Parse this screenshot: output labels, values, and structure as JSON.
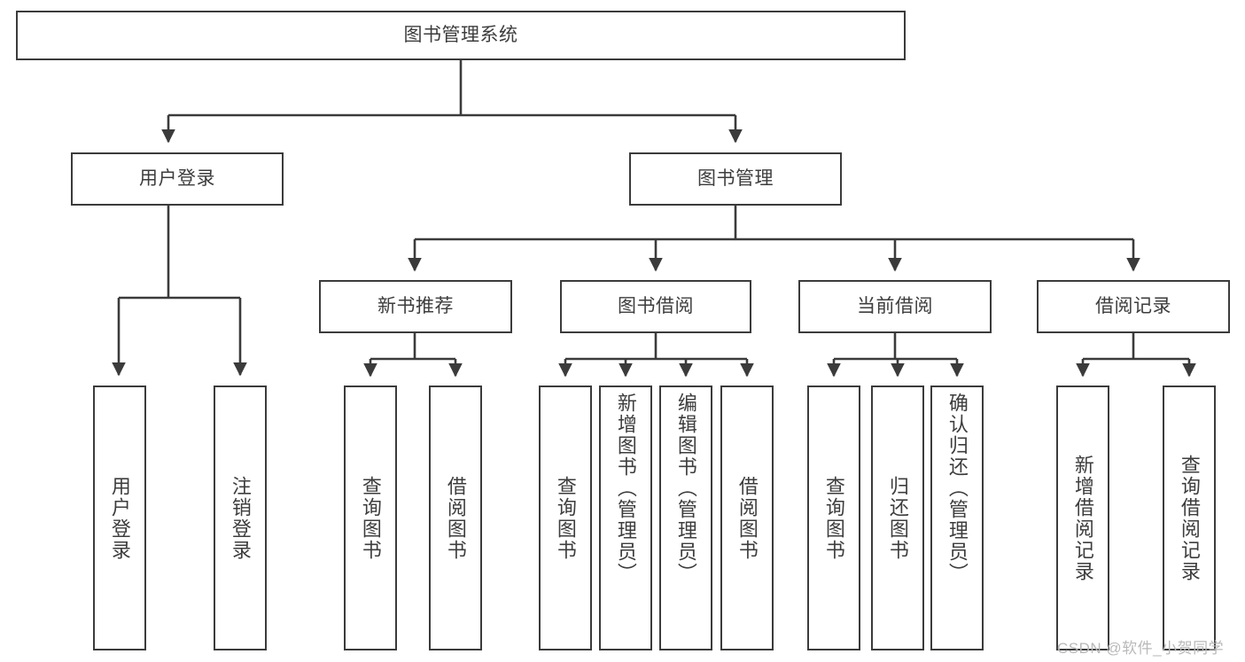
{
  "diagram": {
    "title": "图书管理系统",
    "type": "tree-hierarchy",
    "colors": {
      "stroke": "#3b3b3b",
      "text": "#3d3d3d",
      "background": "#ffffff",
      "watermark": "#b9b9b9"
    },
    "levels": {
      "root": {
        "label": "图书管理系统"
      },
      "level2": [
        {
          "label": "用户登录"
        },
        {
          "label": "图书管理"
        }
      ],
      "level3": [
        {
          "label": "新书推荐"
        },
        {
          "label": "图书借阅"
        },
        {
          "label": "当前借阅"
        },
        {
          "label": "借阅记录"
        }
      ],
      "leaves": [
        {
          "label": "用户登录",
          "parent": "用户登录"
        },
        {
          "label": "注销登录",
          "parent": "用户登录"
        },
        {
          "label": "查询图书",
          "parent": "新书推荐"
        },
        {
          "label": "借阅图书",
          "parent": "新书推荐"
        },
        {
          "label": "查询图书",
          "parent": "图书借阅"
        },
        {
          "label": "新增图书（管理员）",
          "parent": "图书借阅"
        },
        {
          "label": "编辑图书（管理员）",
          "parent": "图书借阅"
        },
        {
          "label": "借阅图书",
          "parent": "图书借阅"
        },
        {
          "label": "查询图书",
          "parent": "当前借阅"
        },
        {
          "label": "归还图书",
          "parent": "当前借阅"
        },
        {
          "label": "确认归还（管理员）",
          "parent": "当前借阅"
        },
        {
          "label": "新增借阅记录",
          "parent": "借阅记录"
        },
        {
          "label": "查询借阅记录",
          "parent": "借阅记录"
        }
      ]
    }
  },
  "watermark": {
    "text": "CSDN @软件_小贺同学"
  }
}
